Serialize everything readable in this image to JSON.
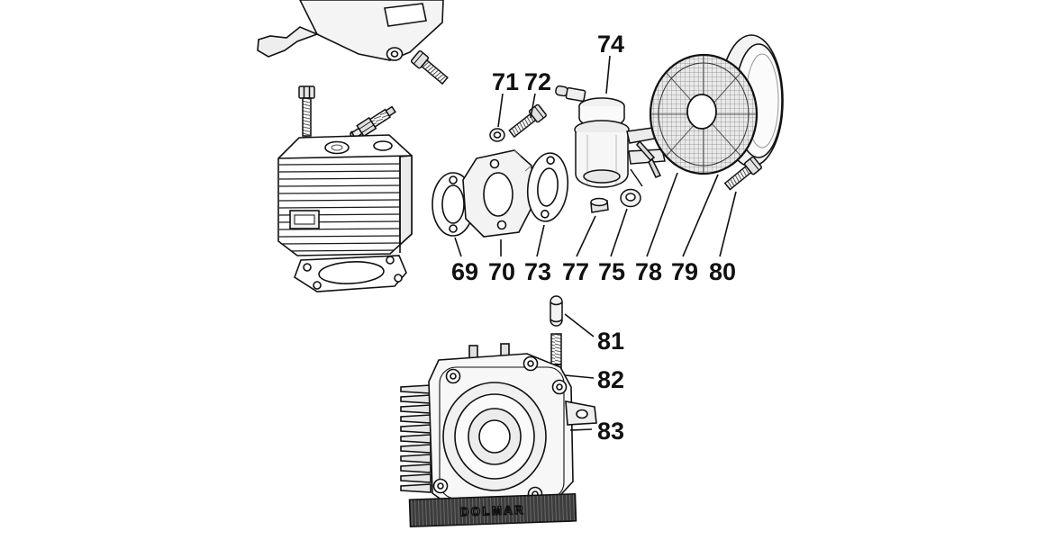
{
  "diagram": {
    "background_color": "#ffffff",
    "line_color": "#111111",
    "brand_text": "DOLMAR",
    "callouts": [
      {
        "label": "71"
      },
      {
        "label": "72"
      },
      {
        "label": "74"
      },
      {
        "label": "69"
      },
      {
        "label": "70"
      },
      {
        "label": "73"
      },
      {
        "label": "77"
      },
      {
        "label": "75"
      },
      {
        "label": "78"
      },
      {
        "label": "79"
      },
      {
        "label": "80"
      },
      {
        "label": "81"
      },
      {
        "label": "82"
      },
      {
        "label": "83"
      }
    ]
  }
}
